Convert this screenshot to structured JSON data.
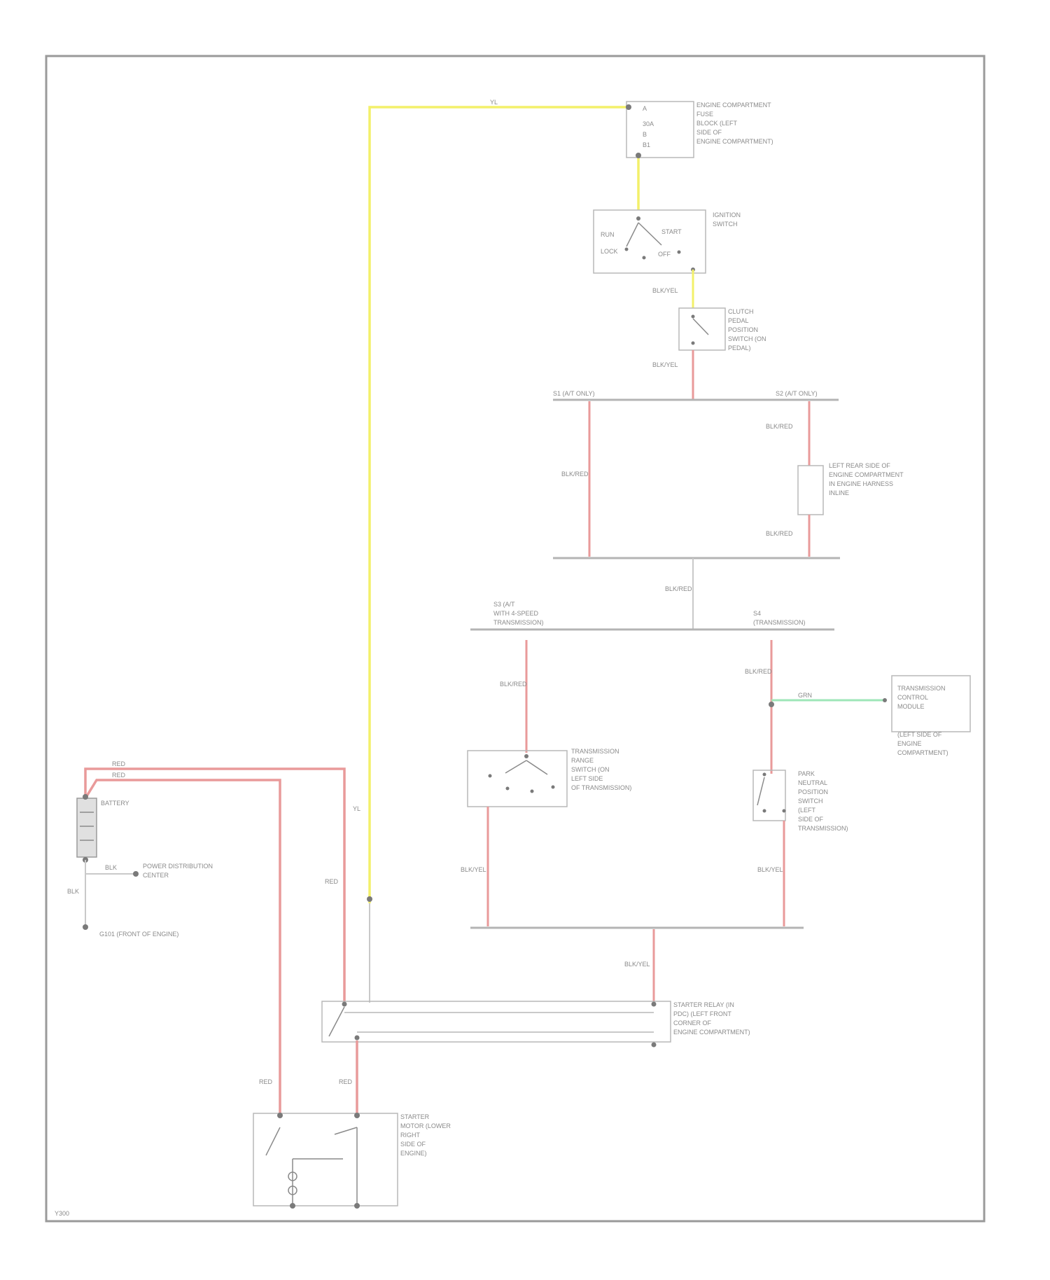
{
  "colors": {
    "red": "#e99a9a",
    "yellow": "#f3f06a",
    "green": "#9ee6b8",
    "gray": "#c9c9c9"
  },
  "fuse_block": {
    "lines": [
      "ENGINE COMPARTMENT",
      "FUSE",
      "BLOCK (LEFT",
      "SIDE OF",
      "ENGINE COMPARTMENT)"
    ],
    "pins": [
      "A",
      "30A",
      "B",
      "B1"
    ]
  },
  "ignition_switch": {
    "lines": [
      "IGNITION",
      "SWITCH"
    ],
    "positions": [
      "RUN",
      "START",
      "LOCK",
      "OFF"
    ]
  },
  "clutch_switch": {
    "lines": [
      "CLUTCH",
      "PEDAL",
      "POSITION",
      "SWITCH (ON",
      "PEDAL)"
    ]
  },
  "splice_upper": {
    "left": "S1 (A/T ONLY)",
    "right": "S2 (A/T ONLY)"
  },
  "diode": {
    "lines": [
      "LEFT REAR SIDE OF",
      "ENGINE COMPARTMENT",
      "IN ENGINE HARNESS",
      "INLINE"
    ]
  },
  "splice_mid": {
    "left": [
      "S3 (A/T",
      "WITH 4-SPEED",
      "TRANSMISSION)"
    ],
    "right": [
      "S4",
      "(TRANSMISSION)"
    ]
  },
  "trans_range_switch": {
    "lines": [
      "TRANSMISSION",
      "RANGE",
      "SWITCH (ON",
      "LEFT SIDE",
      "OF TRANSMISSION)"
    ]
  },
  "park_neutral_switch": {
    "lines": [
      "PARK",
      "NEUTRAL",
      "POSITION",
      "SWITCH",
      "(LEFT",
      "SIDE OF",
      "TRANSMISSION)"
    ]
  },
  "tcm": {
    "lines": [
      "TRANSMISSION",
      "CONTROL",
      "MODULE",
      "(LEFT SIDE OF",
      "ENGINE",
      "COMPARTMENT)"
    ]
  },
  "battery": {
    "label": "BATTERY"
  },
  "ground_points": [
    "POWER DISTRIBUTION",
    "CENTER",
    "G101 (FRONT OF ENGINE)"
  ],
  "starter_relay": {
    "lines": [
      "STARTER RELAY (IN",
      "PDC) (LEFT FRONT",
      "CORNER OF",
      "ENGINE COMPARTMENT)"
    ]
  },
  "starter": {
    "lines": [
      "STARTER",
      "MOTOR (LOWER",
      "RIGHT",
      "SIDE OF",
      "ENGINE)"
    ]
  },
  "wire_labels": {
    "yellow_top": "YL",
    "yellow_vertical": "YL",
    "red_top": "RED",
    "red_mid": "RED",
    "red_left": "RED",
    "red_right": "RED",
    "s1_down": "BLK/RED",
    "s2_bus": "BLK/RED",
    "s3_down": "BLK/RED",
    "s4_down": "BLK/RED",
    "trs_down": "BLK/YEL",
    "pnp_down": "BLK/YEL",
    "relay_feed": "BLK/YEL",
    "tcm_wire": "GRN",
    "battery_ground": "BLK"
  },
  "page_code": "Y300"
}
